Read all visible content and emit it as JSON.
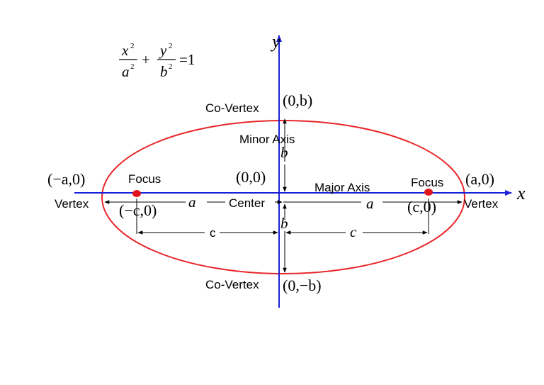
{
  "equation": {
    "x_num": "x",
    "x_exp": "2",
    "x_den": "a",
    "x_den_exp": "2",
    "plus": "+",
    "y_num": "y",
    "y_exp": "2",
    "y_den": "b",
    "y_den_exp": "2",
    "equals_one": "=1"
  },
  "axes": {
    "x_label": "x",
    "y_label": "y"
  },
  "labels": {
    "co_vertex_top": "Co-Vertex",
    "co_vertex_top_coord": "(0,b)",
    "minor_axis": "Minor Axis",
    "b_upper": "b",
    "b_lower": "b",
    "focus_left": "Focus",
    "focus_right": "Focus",
    "origin_coord": "(0,0)",
    "major_axis": "Major Axis",
    "left_vertex_coord": "(−a,0)",
    "right_vertex_coord": "(a,0)",
    "vertex_left": "Vertex",
    "vertex_right": "Vertex",
    "left_focus_coord": "(−c,0)",
    "right_focus_coord": "(c,0)",
    "a_left": "a",
    "a_right": "a",
    "center": "Center",
    "c_left": "c",
    "c_right": "c",
    "co_vertex_bottom": "Co-Vertex",
    "co_vertex_bottom_coord": "(0,−b)"
  },
  "colors": {
    "ellipse": "#e8262a",
    "axis": "#1a22d8",
    "focus_dot": "#e0141b",
    "annotation": "#000000"
  }
}
